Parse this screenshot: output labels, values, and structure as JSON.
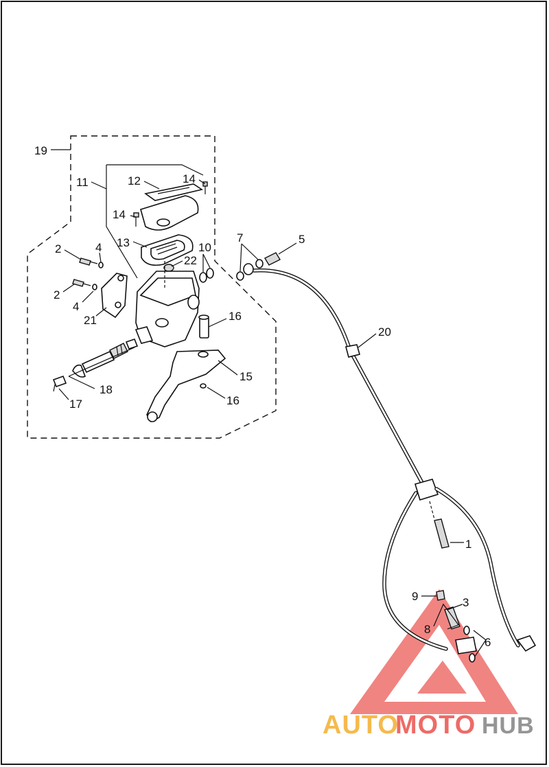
{
  "callouts": {
    "c19": "19",
    "c11": "11",
    "c12": "12",
    "c14a": "14",
    "c14b": "14",
    "c13": "13",
    "c2a": "2",
    "c4a": "4",
    "c2b": "2",
    "c4b": "4",
    "c21": "21",
    "c22": "22",
    "c10": "10",
    "c7": "7",
    "c5": "5",
    "c16a": "16",
    "c15": "15",
    "c16b": "16",
    "c18": "18",
    "c17": "17",
    "c20": "20",
    "c1": "1",
    "c9": "9",
    "c3": "3",
    "c8": "8",
    "c6": "6"
  },
  "watermark": {
    "part1": "AUTO",
    "part2": "MOTO",
    "part3": "HUB",
    "color_orange": "#f5b33a",
    "color_red": "#ec5b57",
    "color_gray": "#8a8a8a"
  }
}
